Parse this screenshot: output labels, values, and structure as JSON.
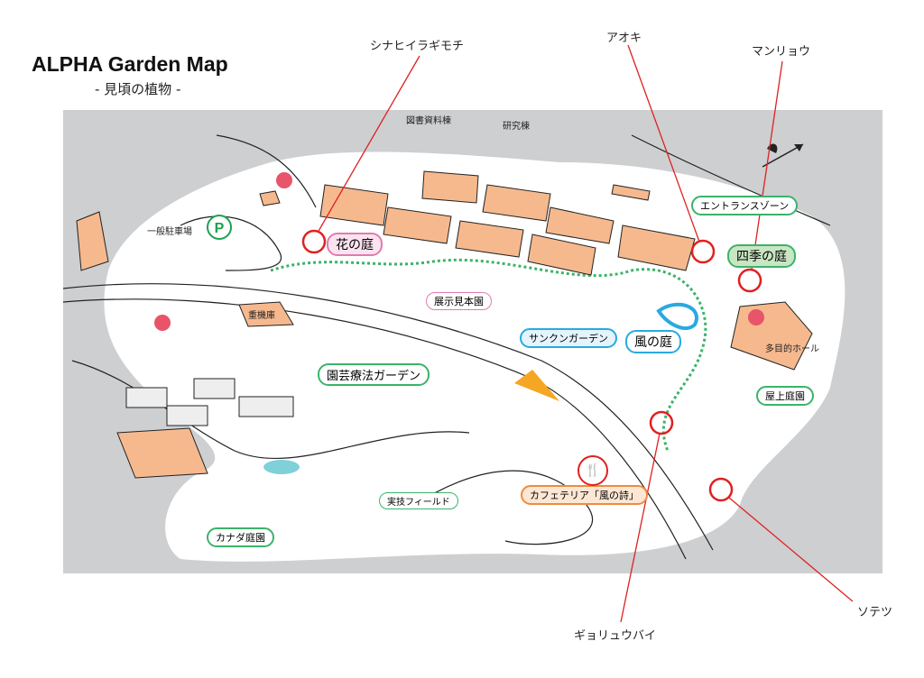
{
  "title": "ALPHA Garden Map",
  "subtitle": "- 見頃の植物 -",
  "plants": [
    "シナヒイラギモチ",
    "アオキ",
    "マンリョウ",
    "ギョリュウバイ",
    "ソテツ"
  ],
  "buildings": {
    "library": "図書資料棟",
    "research": "研究棟",
    "garage": "重機庫",
    "hall": "多目的ホール",
    "parking": "一般駐車場",
    "parking_icon": "P"
  },
  "zones": {
    "flower": "花の庭",
    "exhibit": "展示見本園",
    "sunken": "サンクンガーデン",
    "wind": "風の庭",
    "therapy": "園芸療法ガーデン",
    "entrance": "エントランスゾーン",
    "seasons": "四季の庭",
    "rooftop": "屋上庭園",
    "cafe": "カフェテリア「風の詩」",
    "field": "実技フィールド",
    "canada": "カナダ庭園"
  },
  "colors": {
    "background": "#cdcfd1",
    "building": "#f6b98e",
    "marker": "#e02020",
    "path": "#3bb36a"
  }
}
